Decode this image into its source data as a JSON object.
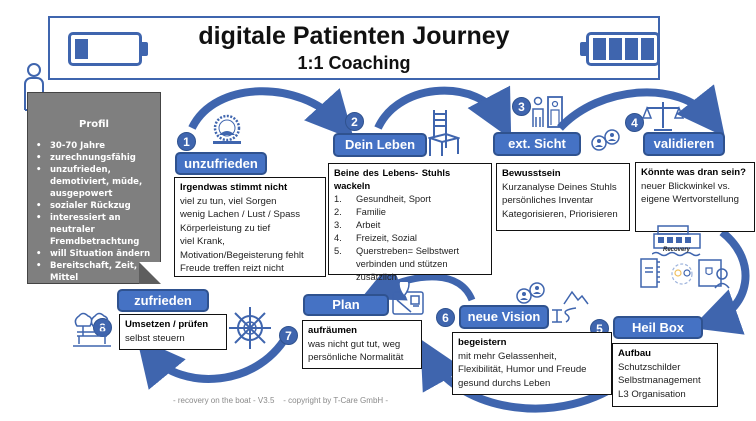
{
  "header": {
    "title": "digitale Patienten Journey",
    "subtitle": "1:1 Coaching",
    "battery_left": {
      "icon": "battery-low-icon",
      "charge_fraction": 0.2
    },
    "battery_right": {
      "icon": "battery-full-icon",
      "charge_fraction": 1.0
    }
  },
  "colors": {
    "accent": "#4472C4",
    "accent_dark": "#2F528F",
    "profile_bg": "#7F7F7F"
  },
  "profile": {
    "icon": "person-icon",
    "title": "Profil",
    "items": [
      "30-70 Jahre",
      "zurechnungsfähig",
      "unzufrieden, demotiviert, müde, ausgepowert",
      "sozialer Rückzug",
      "interessiert an neutraler Fremdbetrachtung",
      "will Situation ändern",
      "Bereitschaft, Zeit, Mittel"
    ]
  },
  "stages": [
    {
      "number": "1",
      "label": "unzufrieden",
      "icon": "hamster-wheel-icon",
      "heading": "Irgendwas stimmt nicht",
      "lines": [
        "viel zu tun, viel Sorgen",
        "wenig Lachen / Lust / Spass",
        "Körperleistung  zu tief",
        "viel Krank,",
        "Motivation/Begeisterung fehlt",
        "Freude treffen reizt nicht"
      ]
    },
    {
      "number": "2",
      "label": "Dein Leben",
      "icon": "chair-icon",
      "heading": "Beine  des  Lebens- Stuhls  wackeln",
      "list": [
        {
          "n": "1.",
          "t": "Gesundheit, Sport"
        },
        {
          "n": "2.",
          "t": "Familie"
        },
        {
          "n": "3.",
          "t": "Arbeit"
        },
        {
          "n": "4.",
          "t": "Freizeit, Sozial"
        },
        {
          "n": "5.",
          "t": "Querstreben= Selbstwert verbinden und stützen zusätzlich"
        }
      ]
    },
    {
      "number": "3",
      "label": "ext. Sicht",
      "icon": "person-mirror-icon",
      "heading": "Bewusstsein",
      "lines": [
        "Kurzanalyse Deines Stuhls",
        "persönliches Inventar",
        "Kategorisieren, Priorisieren"
      ]
    },
    {
      "number": "4",
      "label": "validieren",
      "icon": "scales-icon",
      "heading": "Könnte was dran sein?",
      "lines": [
        "neuer Blickwinkel vs.",
        "eigene Wertvorstellung"
      ]
    },
    {
      "number": "5",
      "label": "Heil Box",
      "icon": "recovery-boat-icon",
      "boat_label": "Recovery",
      "heading": "Aufbau",
      "lines": [
        "Schutzschilder",
        "Selbstmanagement",
        "L3 Organisation"
      ]
    },
    {
      "number": "6",
      "label": "neue Vision",
      "icon": "path-mountain-icon",
      "heading": "begeistern",
      "lines": [
        "mit mehr Gelassenheit,",
        "Flexibilität, Humor und Freude",
        "gesund durchs Leben"
      ]
    },
    {
      "number": "7",
      "label": "Plan",
      "icon": "map-icon",
      "heading": "aufräumen",
      "lines": [
        "was nicht gut tut, weg",
        "persönliche Normalität"
      ]
    },
    {
      "number": "8",
      "label": "zufrieden",
      "icon": "park-bench-icon",
      "heading": "Umsetzen / prüfen",
      "lines": [
        "selbst steuern"
      ]
    }
  ],
  "footer": {
    "left": "- recovery on the boat - V3.5",
    "right": "- copyright by T-Care GmbH -"
  }
}
